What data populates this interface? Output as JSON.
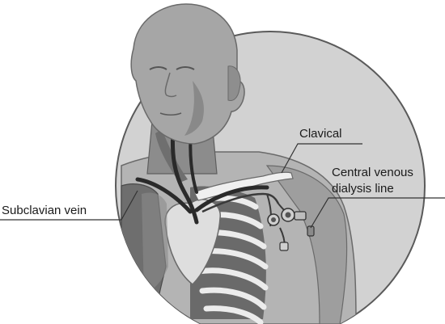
{
  "diagram": {
    "labels": {
      "clavical": "Clavical",
      "catheter_line1": "Central venous",
      "catheter_line2": "dialysis line",
      "subclavian": "Subclavian vein"
    },
    "colors": {
      "circle_fill": "#d2d2d2",
      "circle_stroke": "#5a5a5a",
      "skin": "#a6a6a6",
      "skin_shadow": "#7d7d7d",
      "vein": "#2a2a2a",
      "heart": "#dedede",
      "ribs": "#e8e8e8",
      "leader": "#333333"
    },
    "icons": [
      "catheter-port-icon",
      "catheter-clamp-icon"
    ]
  }
}
